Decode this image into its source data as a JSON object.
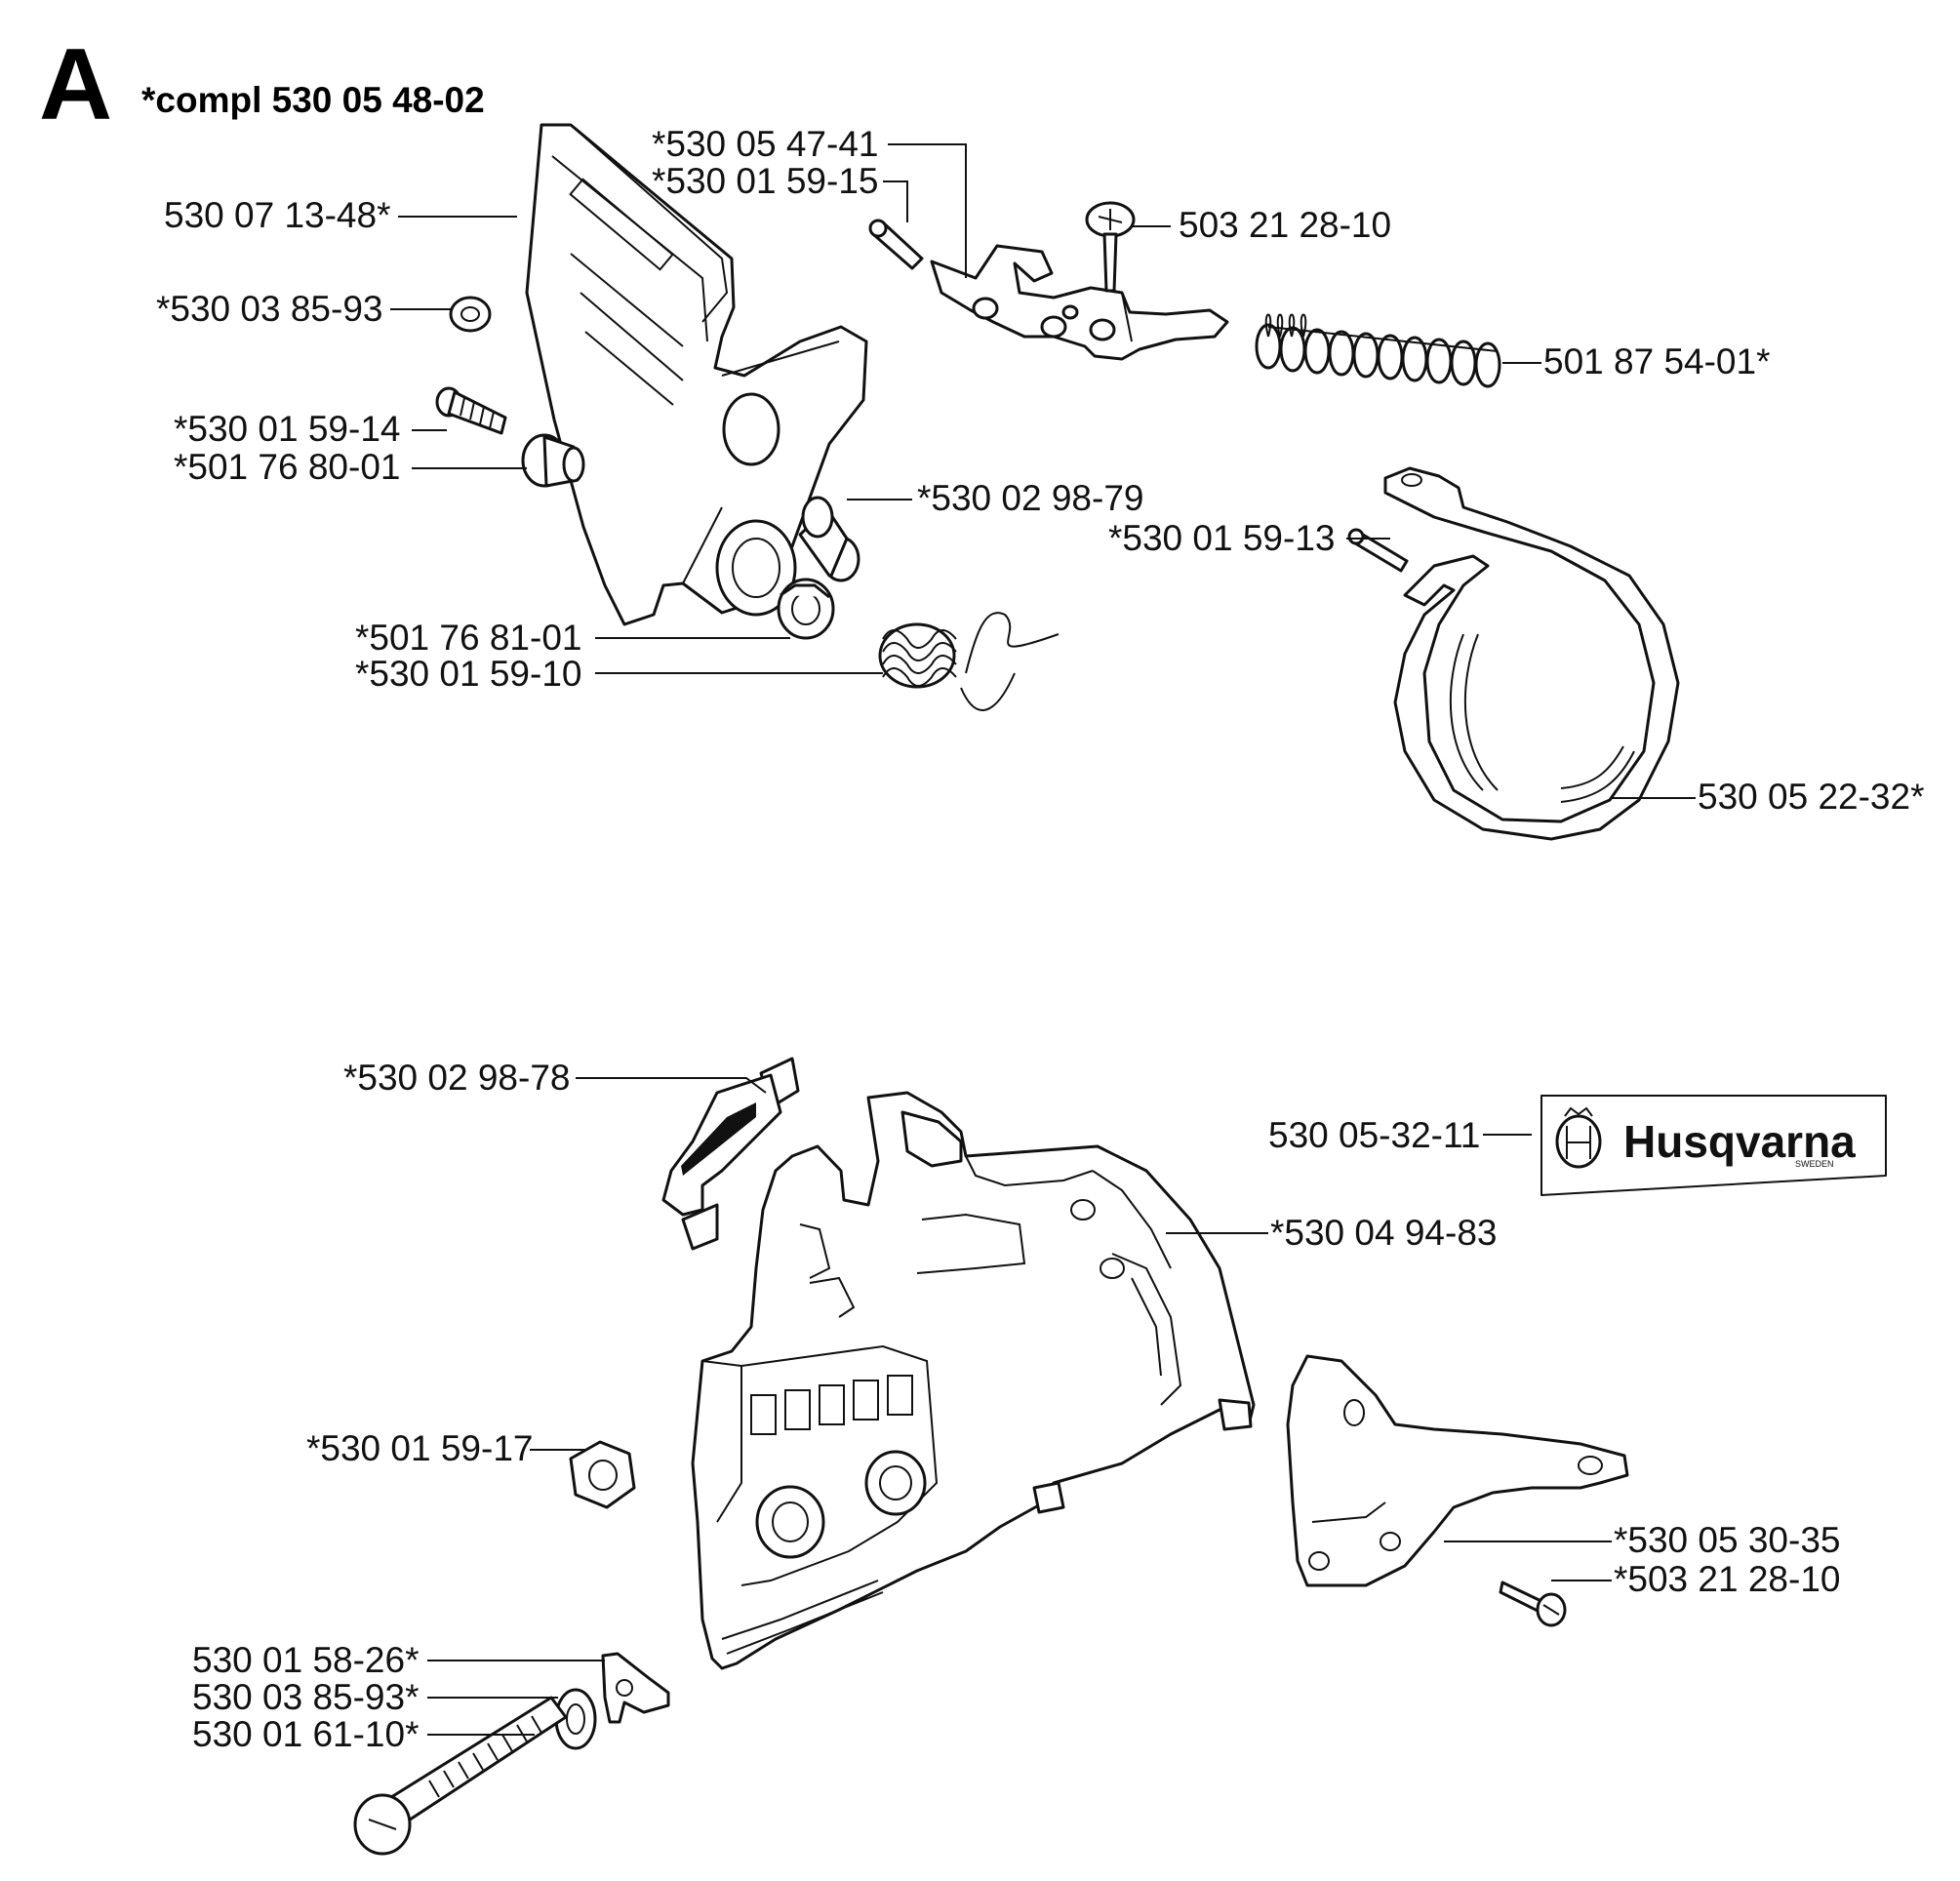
{
  "section_letter": "A",
  "assembly_title": "*compl 530 05 48-02",
  "brand_logo": {
    "text": "Husqvarna",
    "sub": "SWEDEN"
  },
  "labels": {
    "p_530054741": "*530 05 47-41",
    "p_530015915": "*530 01 59-15",
    "p_530071348": "530 07 13-48*",
    "p_503212810_top": "503 21 28-10",
    "p_530038593_top": "*530 03 85-93",
    "p_501875401": "501 87 54-01*",
    "p_530015914": "*530 01 59-14",
    "p_501768001": "*501 76 80-01",
    "p_530029879": "*530 02 98-79",
    "p_530015913": "*530 01 59-13",
    "p_501768101": "*501 76 81-01",
    "p_530015910": "*530 01 59-10",
    "p_530052232": "530 05 22-32*",
    "p_530029878": "*530 02 98-78",
    "p_530053211": "530 05-32-11",
    "p_530049483": "*530 04 94-83",
    "p_530015917": "*530 01 59-17",
    "p_530053035": "*530 05 30-35",
    "p_503212810_bot": "*503 21 28-10",
    "p_530015826": "530 01 58-26*",
    "p_530038593_bot": "530 03 85-93*",
    "p_530016110": "530 01 61-10*"
  }
}
